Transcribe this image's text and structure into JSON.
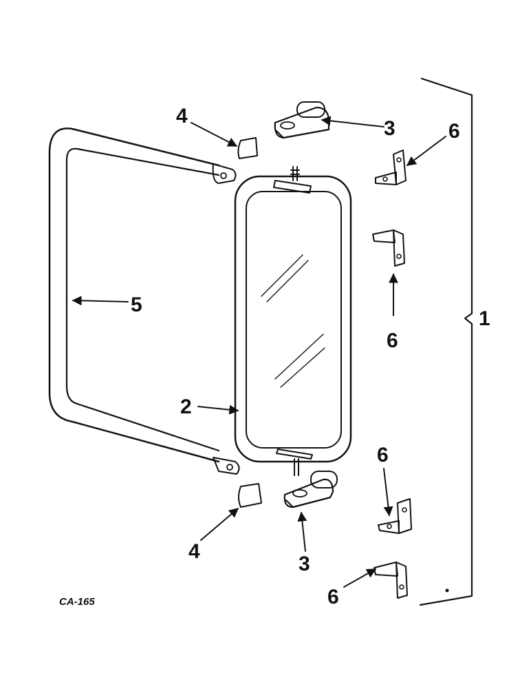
{
  "labels": {
    "assembly": "1",
    "mirror_head": "2",
    "clamp_top": "3",
    "clamp_bottom": "3",
    "spacer_top": "4",
    "spacer_bottom": "4",
    "arm": "5",
    "bracket_1": "6",
    "bracket_2": "6",
    "bracket_3": "6",
    "bracket_4": "6"
  },
  "figure_code": "CA-165"
}
